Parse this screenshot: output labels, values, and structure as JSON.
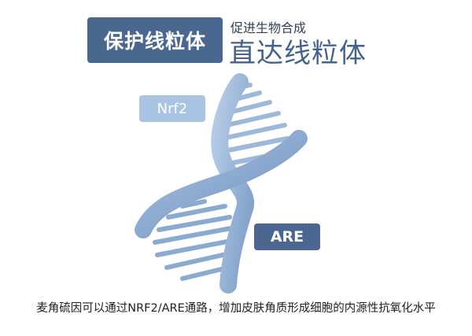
{
  "header": {
    "title_box": "保护线粒体",
    "subtitle_small": "促进生物合成",
    "subtitle_large": "直达线粒体"
  },
  "labels": {
    "nrf2": "Nrf2",
    "are": "ARE"
  },
  "caption": "麦角硫因可以通过NRF2/ARE通路，增加皮肤角质形成细胞的内源性抗氧化水平",
  "colors": {
    "title_box_bg": "#4a6790",
    "subtitle_large": "#43628c",
    "nrf2_badge_bg": "#a9c3e2",
    "are_badge_bg": "#4b6690",
    "helix_light": "#9db8d9",
    "helix_mid": "#8aaad0",
    "helix_dark": "#6d8fba"
  },
  "icons": {
    "helix": "dna-helix-icon"
  }
}
